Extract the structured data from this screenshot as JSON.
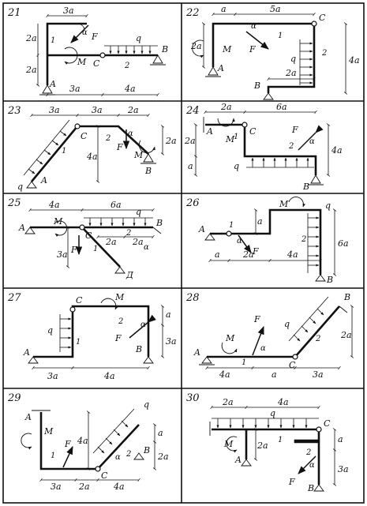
{
  "panels": [
    {
      "number": "21",
      "dims": [
        "3a",
        "2a",
        "2a",
        "3a",
        "4a"
      ],
      "points": [
        "A",
        "C",
        "B"
      ],
      "members": [
        "1",
        "2"
      ],
      "loads": [
        "q",
        "F",
        "M"
      ],
      "angle": "α"
    },
    {
      "number": "22",
      "dims": [
        "a",
        "5a",
        "2a",
        "2a",
        "4a"
      ],
      "points": [
        "A",
        "B",
        "C"
      ],
      "members": [
        "1",
        "2"
      ],
      "loads": [
        "M",
        "F",
        "q"
      ],
      "angle": "α"
    },
    {
      "number": "23",
      "dims": [
        "3a",
        "3a",
        "2a",
        "4a",
        "2a"
      ],
      "points": [
        "A",
        "B",
        "C"
      ],
      "members": [
        "1",
        "2"
      ],
      "loads": [
        "q",
        "F",
        "M"
      ],
      "angle": "α"
    },
    {
      "number": "24",
      "dims": [
        "2a",
        "6a",
        "2a",
        "a",
        "4a"
      ],
      "points": [
        "A",
        "B",
        "C"
      ],
      "members": [
        "1",
        "2"
      ],
      "loads": [
        "M",
        "F",
        "q"
      ],
      "angle": "α"
    },
    {
      "number": "25",
      "dims": [
        "4a",
        "6a",
        "2a",
        "2a",
        "3a"
      ],
      "points": [
        "A",
        "B",
        "C",
        "Д"
      ],
      "members": [
        "1",
        "2"
      ],
      "loads": [
        "M",
        "q",
        "F"
      ],
      "angle": "α"
    },
    {
      "number": "26",
      "dims": [
        "a",
        "2a",
        "4a",
        "a",
        "6a"
      ],
      "points": [
        "A",
        "B"
      ],
      "members": [
        "1",
        "2"
      ],
      "loads": [
        "M",
        "F",
        "q"
      ],
      "angle": "α"
    },
    {
      "number": "27",
      "dims": [
        "3a",
        "4a",
        "a",
        "3a"
      ],
      "points": [
        "A",
        "B",
        "C"
      ],
      "members": [
        "1",
        "2"
      ],
      "loads": [
        "M",
        "q",
        "F"
      ],
      "angle": "α"
    },
    {
      "number": "28",
      "dims": [
        "4a",
        "a",
        "3a",
        "2a"
      ],
      "points": [
        "A",
        "B",
        "C"
      ],
      "members": [
        "1",
        "2"
      ],
      "loads": [
        "F",
        "M",
        "q"
      ],
      "angle": "α"
    },
    {
      "number": "29",
      "dims": [
        "3a",
        "2a",
        "4a",
        "4a",
        "a",
        "2a"
      ],
      "points": [
        "A",
        "B",
        "C"
      ],
      "members": [
        "1",
        "2"
      ],
      "loads": [
        "M",
        "F",
        "q"
      ],
      "angle": "α"
    },
    {
      "number": "30",
      "dims": [
        "2a",
        "4a",
        "2a",
        "a",
        "3a"
      ],
      "points": [
        "A",
        "B",
        "C"
      ],
      "members": [
        "1",
        "2"
      ],
      "loads": [
        "q",
        "M",
        "F"
      ],
      "angle": "α"
    }
  ]
}
